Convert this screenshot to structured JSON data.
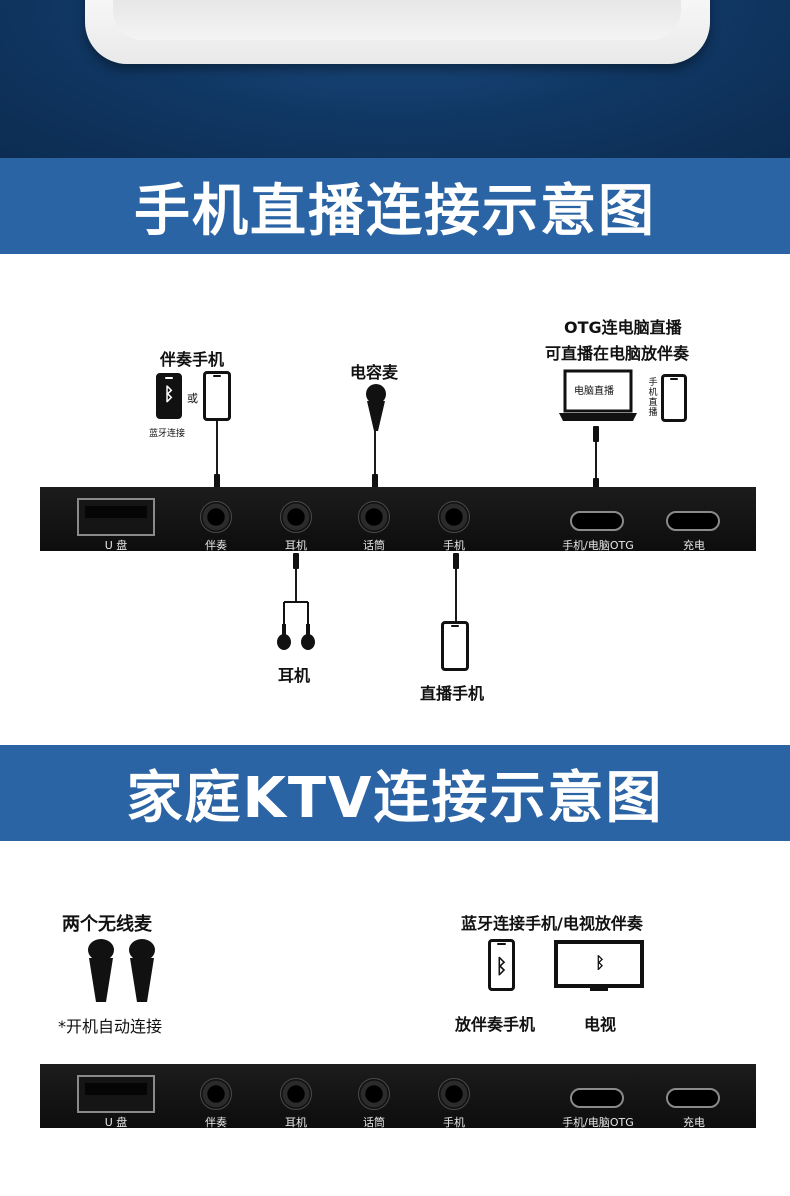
{
  "sections": {
    "phone_live": {
      "title": "手机直播连接示意图"
    },
    "home_ktv": {
      "title": "家庭KTV连接示意图"
    }
  },
  "ports": {
    "usb": "U 盘",
    "accompaniment": "伴奏",
    "earphone": "耳机",
    "mic": "话筒",
    "phone": "手机",
    "otg": "手机/电脑OTG",
    "charge": "充电"
  },
  "phone_live": {
    "accompaniment_phone": "伴奏手机",
    "or": "或",
    "bluetooth_connect": "蓝牙连接",
    "condenser_mic": "电容麦",
    "otg_line1": "OTG连电脑直播",
    "otg_line2": "可直播在电脑放伴奏",
    "laptop_screen": "电脑直播",
    "phone_live_vertical": "手机直播",
    "earphones": "耳机",
    "live_phone": "直播手机"
  },
  "home_ktv": {
    "two_wireless_mics": "两个无线麦",
    "auto_connect": "*开机自动连接",
    "bt_phone_tv": "蓝牙连接手机/电视放伴奏",
    "accompaniment_phone": "放伴奏手机",
    "tv": "电视"
  },
  "icons": {
    "bluetooth": "ᛒ"
  },
  "colors": {
    "banner_blue": "#2a64a5",
    "panel_black": "#111111",
    "photo_navy": "#103763"
  }
}
